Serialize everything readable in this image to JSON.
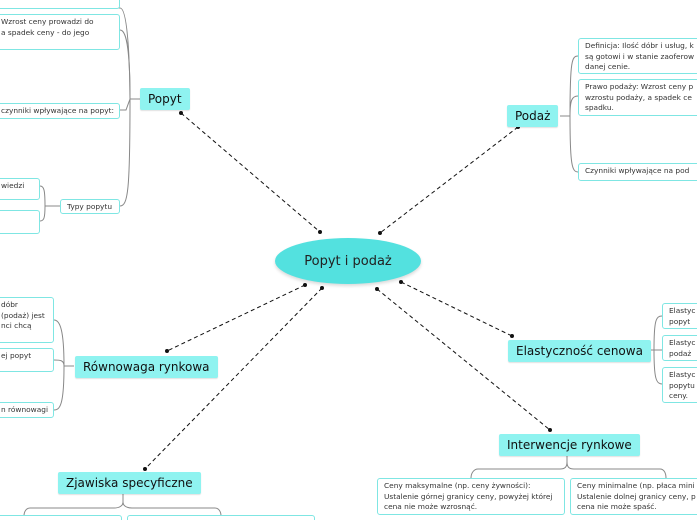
{
  "central": "Popyt i podaż",
  "topics": {
    "popyt": "Popyt",
    "podaz": "Podaż",
    "elastycznosc": "Elastyczność cenowa",
    "interwencje": "Interwencje rynkowe",
    "rownowaga": "Równowaga rynkowa",
    "zjawiska": "Zjawiska specyficzne"
  },
  "subtopics": {
    "popyt_prawo": [
      "Wzrost ceny prowadzi do",
      "a spadek ceny - do jego"
    ],
    "popyt_czynniki": "czynniki wpływające na popyt:",
    "popyt_typy": "Typy popytu",
    "popyt_typy_a": "wiedzi",
    "popyt_typy_b": "",
    "podaz_definicja": [
      "Definicja: Ilość dóbr i usług, k",
      "są gotowi i w stanie zaoferow",
      "danej cenie."
    ],
    "podaz_prawo": [
      "Prawo podaży: Wzrost ceny p",
      "wzrostu podaży, a spadek ce",
      "spadku."
    ],
    "podaz_czynniki": "Czynniki wpływające na pod",
    "elast_1": [
      "Elastyc",
      "popyt"
    ],
    "elast_2": [
      "Elastyc",
      "podaż"
    ],
    "elast_3": [
      "Elastyc",
      "popytu",
      "ceny."
    ],
    "interw_max": [
      "Ceny maksymalne (np. ceny żywności):",
      "Ustalenie górnej granicy ceny, powyżej której",
      "cena nie może wzrosnąć."
    ],
    "interw_min": [
      "Ceny minimalne (np. płaca mini",
      "Ustalenie dolnej granicy ceny, p",
      "cena nie może spaść."
    ],
    "rown_def": [
      "dóbr",
      "(podaż) jest",
      "nci chcą"
    ],
    "rown_2": "ej popyt",
    "rown_3": "n równowagi"
  },
  "colors": {
    "central": "#53e1df",
    "main": "#8ff3f0",
    "sub_border": "#7fe6e3",
    "connector": "#111111"
  }
}
